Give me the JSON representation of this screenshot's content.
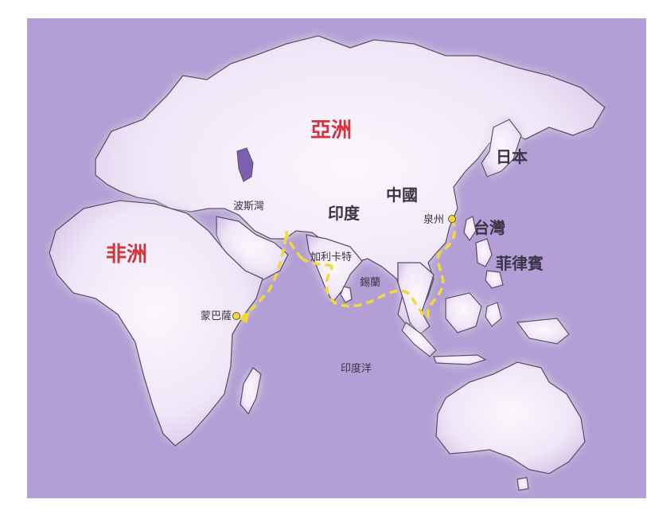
{
  "colors": {
    "ocean": "#b39ed6",
    "land": "#efe6f7",
    "coast_glow": "#c97bc0",
    "coast_line": "#5b4d6a",
    "route": "#f2d83a",
    "continent_label": "#d0343d",
    "lake": "#7d5fb0"
  },
  "labels": {
    "asia": "亞洲",
    "africa": "非洲",
    "japan": "日本",
    "china": "中國",
    "india": "印度",
    "taiwan": "台灣",
    "philippines": "菲律賓",
    "persian_gulf": "波斯灣",
    "quanzhou": "泉州",
    "calicut": "加利卡特",
    "ceylon": "錫蘭",
    "mombasa": "蒙巴薩",
    "indian_ocean": "印度洋"
  },
  "route": {
    "description_points": [
      "泉州",
      "錫蘭",
      "加利卡特",
      "蒙巴薩"
    ]
  },
  "icons": {
    "port_marker": "port-dot-icon",
    "arrow": "route-arrow-icon"
  }
}
